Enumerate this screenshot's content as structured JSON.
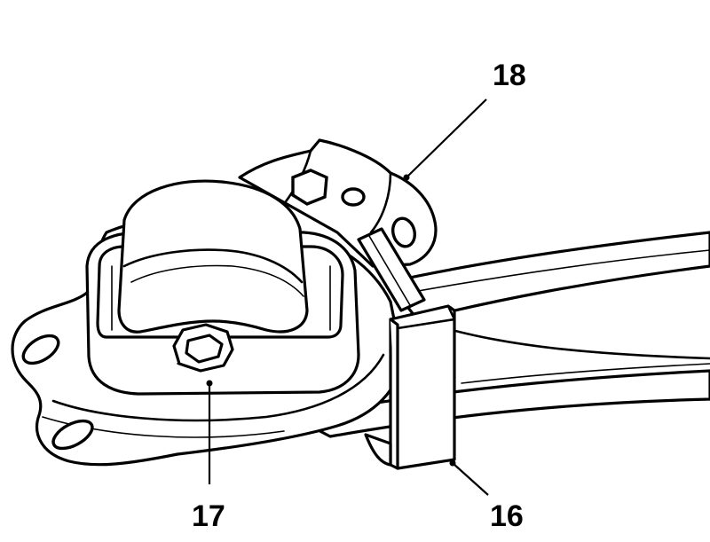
{
  "callouts": {
    "c16": "16",
    "c17": "17",
    "c18": "18"
  }
}
